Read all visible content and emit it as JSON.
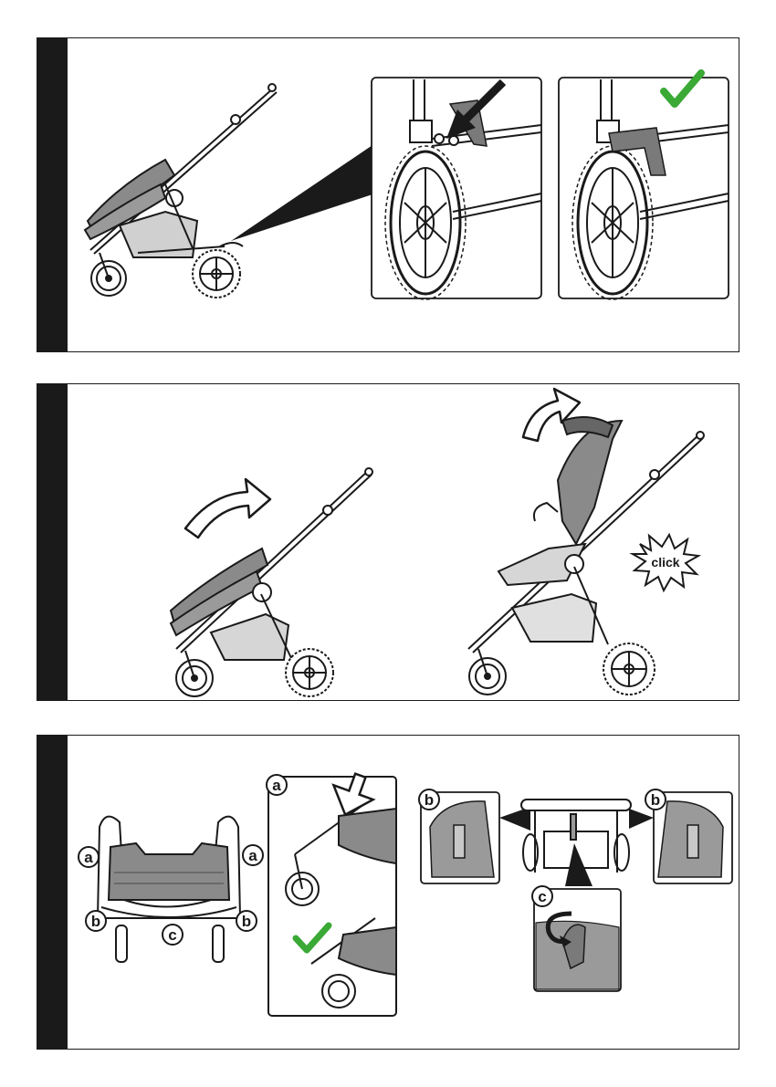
{
  "colors": {
    "ink": "#1a1a1a",
    "fabric": "#8a8a8a",
    "fabric_light": "#bdbdbd",
    "check": "#3aa935",
    "background": "#ffffff"
  },
  "panel1": {
    "step": "brake",
    "check_icon": "checkmark-icon",
    "arrow_icon": "press-arrow-icon"
  },
  "panel2": {
    "click_label": "click",
    "arrow_icon": "curved-arrow-icon"
  },
  "panel3": {
    "labels": {
      "a": "a",
      "b": "b",
      "c": "c"
    },
    "check_icon": "checkmark-icon"
  }
}
